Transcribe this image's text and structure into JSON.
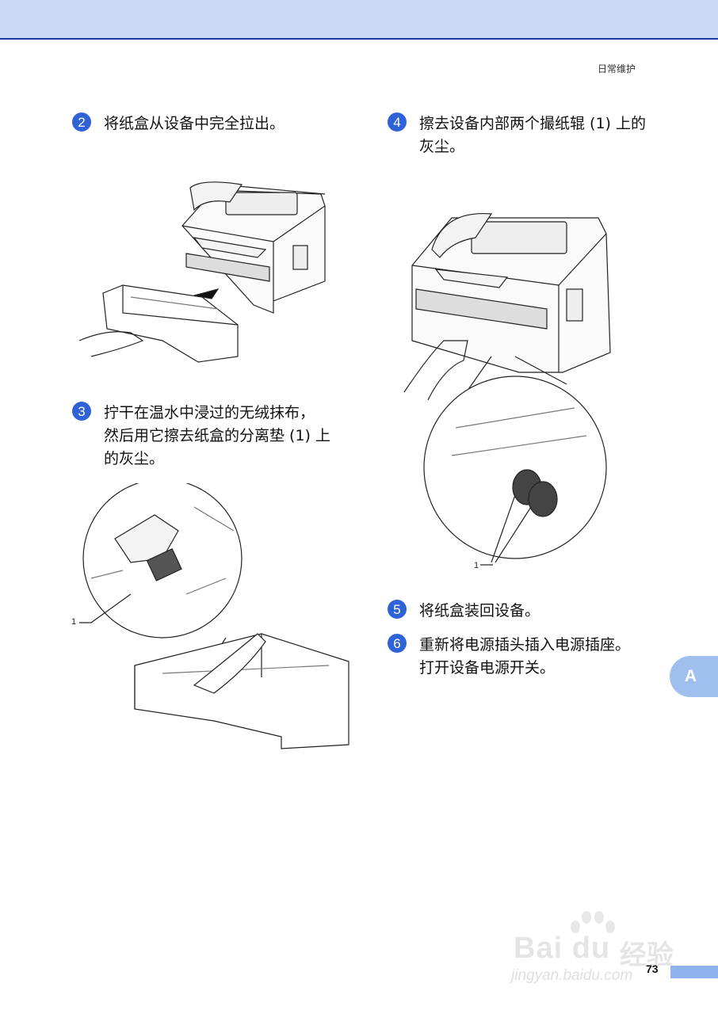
{
  "header": {
    "section_label": "日常维护"
  },
  "steps": [
    {
      "number": "2",
      "lines": [
        "将纸盒从设备中完全拉出。"
      ]
    },
    {
      "number": "3",
      "lines": [
        "拧干在温水中浸过的无绒抹布，",
        "然后用它擦去纸盒的分离垫 (1) 上",
        "的灰尘。"
      ]
    },
    {
      "number": "4",
      "lines": [
        "擦去设备内部两个撮纸辊 (1) 上的",
        "灰尘。"
      ]
    },
    {
      "number": "5",
      "lines": [
        "将纸盒装回设备。"
      ]
    },
    {
      "number": "6",
      "lines": [
        "重新将电源插头插入电源插座。",
        "打开设备电源开关。"
      ]
    }
  ],
  "callouts": {
    "separation_pad": "1",
    "pickup_rollers": "1"
  },
  "side_tab": {
    "label": "A"
  },
  "footer": {
    "page_number": "73"
  },
  "watermark": {
    "brand": "Bai du",
    "brand_cn": "经验",
    "url": "jingyan.baidu.com"
  },
  "colors": {
    "accent": "#2f62d6",
    "top_band": "#c9d9f5",
    "side_tab": "#9fc0ef"
  }
}
